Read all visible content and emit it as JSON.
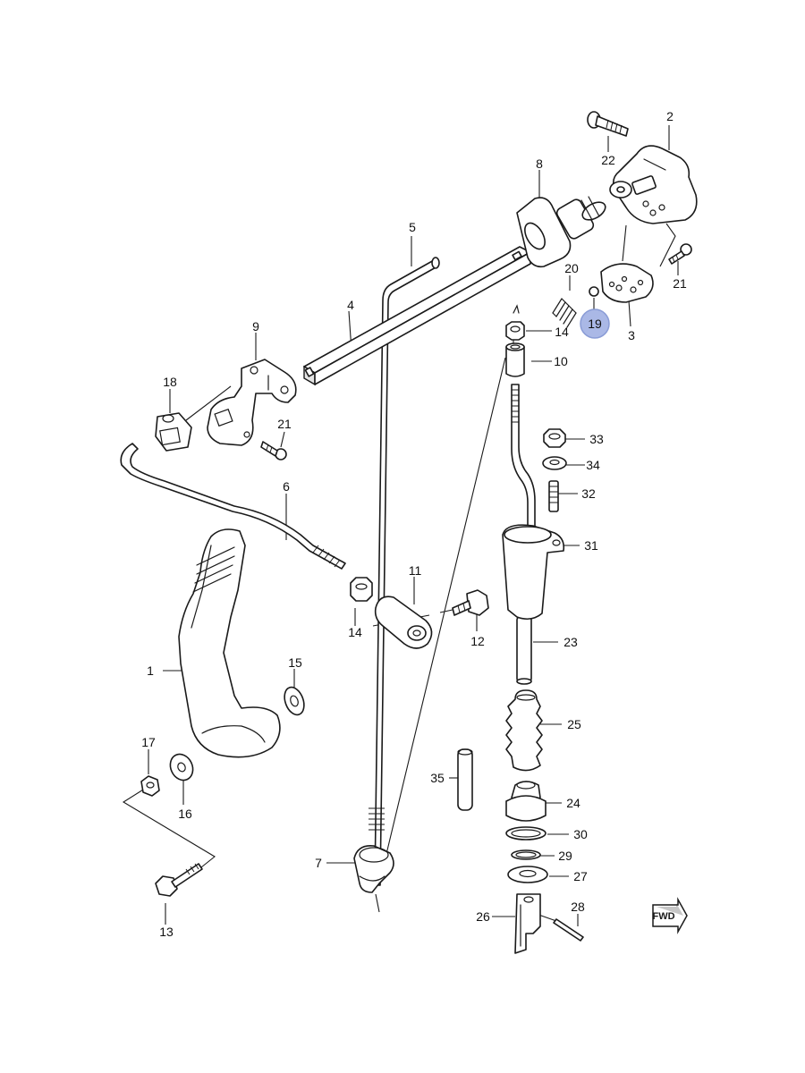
{
  "parts": [
    {
      "id": "p1",
      "label": "1"
    },
    {
      "id": "p2",
      "label": "2"
    },
    {
      "id": "p3",
      "label": "3"
    },
    {
      "id": "p4",
      "label": "4"
    },
    {
      "id": "p5",
      "label": "5"
    },
    {
      "id": "p6",
      "label": "6"
    },
    {
      "id": "p7",
      "label": "7"
    },
    {
      "id": "p8",
      "label": "8"
    },
    {
      "id": "p9",
      "label": "9"
    },
    {
      "id": "p10",
      "label": "10"
    },
    {
      "id": "p11",
      "label": "11"
    },
    {
      "id": "p12",
      "label": "12"
    },
    {
      "id": "p13",
      "label": "13"
    },
    {
      "id": "p14a",
      "label": "14"
    },
    {
      "id": "p14b",
      "label": "14"
    },
    {
      "id": "p15",
      "label": "15"
    },
    {
      "id": "p16",
      "label": "16"
    },
    {
      "id": "p17",
      "label": "17"
    },
    {
      "id": "p18",
      "label": "18"
    },
    {
      "id": "p19",
      "label": "19",
      "highlighted": true
    },
    {
      "id": "p20",
      "label": "20"
    },
    {
      "id": "p21a",
      "label": "21"
    },
    {
      "id": "p21b",
      "label": "21"
    },
    {
      "id": "p22",
      "label": "22"
    },
    {
      "id": "p23",
      "label": "23"
    },
    {
      "id": "p24",
      "label": "24"
    },
    {
      "id": "p25",
      "label": "25"
    },
    {
      "id": "p26",
      "label": "26"
    },
    {
      "id": "p27",
      "label": "27"
    },
    {
      "id": "p28",
      "label": "28"
    },
    {
      "id": "p29",
      "label": "29"
    },
    {
      "id": "p30",
      "label": "30"
    },
    {
      "id": "p31",
      "label": "31"
    },
    {
      "id": "p32",
      "label": "32"
    },
    {
      "id": "p33",
      "label": "33"
    },
    {
      "id": "p34",
      "label": "34"
    },
    {
      "id": "p35",
      "label": "35"
    }
  ],
  "fwd_marker": "FWD",
  "highlight_color": "#aab8e6"
}
